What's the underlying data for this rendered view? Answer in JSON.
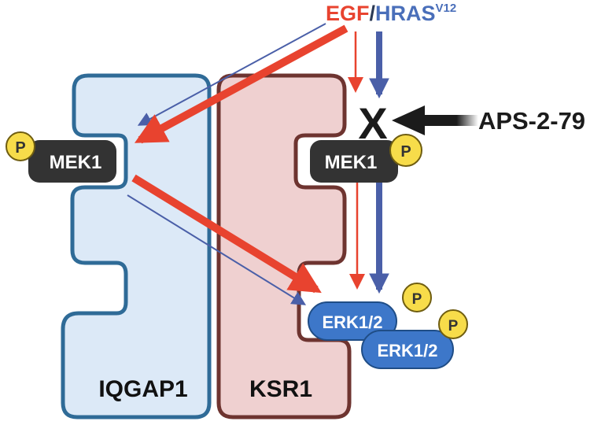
{
  "title": {
    "egf": "EGF",
    "slash": "/",
    "hras": "HRAS",
    "hras_sup": "V12"
  },
  "scaffolds": {
    "iqgap1": "IQGAP1",
    "ksr1": "KSR1"
  },
  "kinases": {
    "mek1_left": "MEK1",
    "mek1_right": "MEK1",
    "erk_top": "ERK1/2",
    "erk_bottom": "ERK1/2"
  },
  "phospho_label": "P",
  "inhibitor": {
    "mark": "X",
    "name": "APS-2-79"
  },
  "colors": {
    "egf_red": "#e8432f",
    "hras_blue": "#4a5fa8",
    "iqgap1_fill": "#dce9f7",
    "iqgap1_stroke": "#2f6b97",
    "ksr1_fill": "#efd0d0",
    "ksr1_stroke": "#6e3430",
    "mek_fill": "#333333",
    "erk_fill": "#3d77c9",
    "phospho_fill": "#f7dc4a",
    "inhibitor_black": "#1b1b1b"
  }
}
